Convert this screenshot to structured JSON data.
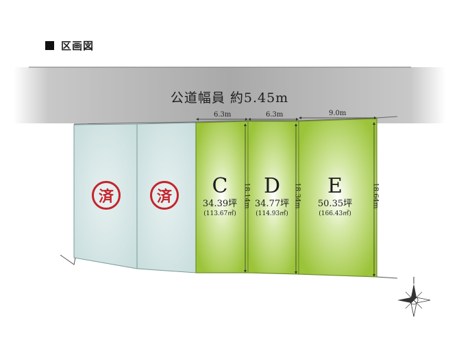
{
  "header": {
    "title": "区画図"
  },
  "road": {
    "label": "公道幅員 約5.45m"
  },
  "lots": [
    {
      "id": "sold-1",
      "status_label": "済",
      "color": "#cfe3e2"
    },
    {
      "id": "sold-2",
      "status_label": "済",
      "color": "#cfe3e2"
    },
    {
      "id": "C",
      "letter": "C",
      "area_tsubo": "34.39坪",
      "area_m2": "(113.67㎡)",
      "frontage": "6.3m",
      "depth": "18.14m",
      "color": "#a8cf4a"
    },
    {
      "id": "D",
      "letter": "D",
      "area_tsubo": "34.77坪",
      "area_m2": "(114.93㎡)",
      "frontage": "6.3m",
      "depth": "18.34m",
      "color": "#a8cf4a"
    },
    {
      "id": "E",
      "letter": "E",
      "area_tsubo": "50.35坪",
      "area_m2": "(166.43㎡)",
      "frontage": "9.0m",
      "depth": "18.64m",
      "color": "#a8cf4a"
    }
  ],
  "colors": {
    "road": "#9a9a9a",
    "sold": "#cfe3e2",
    "available": "#a8cf4a",
    "seal": "#c3242b"
  },
  "icons": {
    "compass": "compass-rose-icon"
  }
}
